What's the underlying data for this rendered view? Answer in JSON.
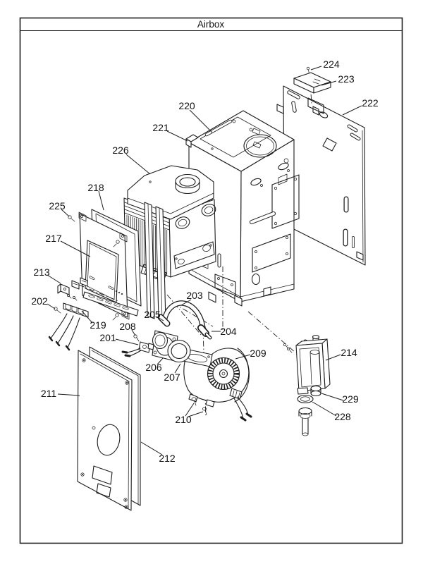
{
  "title": "Airbox",
  "colors": {
    "line": "#1c1c1c",
    "background": "#ffffff"
  },
  "diagram": {
    "labels": [
      {
        "number": "201"
      },
      {
        "number": "202"
      },
      {
        "number": "203"
      },
      {
        "number": "204"
      },
      {
        "number": "205"
      },
      {
        "number": "206"
      },
      {
        "number": "207"
      },
      {
        "number": "208"
      },
      {
        "number": "209"
      },
      {
        "number": "210"
      },
      {
        "number": "211"
      },
      {
        "number": "212"
      },
      {
        "number": "213"
      },
      {
        "number": "214"
      },
      {
        "number": "217"
      },
      {
        "number": "218"
      },
      {
        "number": "219"
      },
      {
        "number": "220"
      },
      {
        "number": "221"
      },
      {
        "number": "222"
      },
      {
        "number": "223"
      },
      {
        "number": "224"
      },
      {
        "number": "225"
      },
      {
        "number": "226"
      },
      {
        "number": "228"
      },
      {
        "number": "229"
      }
    ]
  }
}
